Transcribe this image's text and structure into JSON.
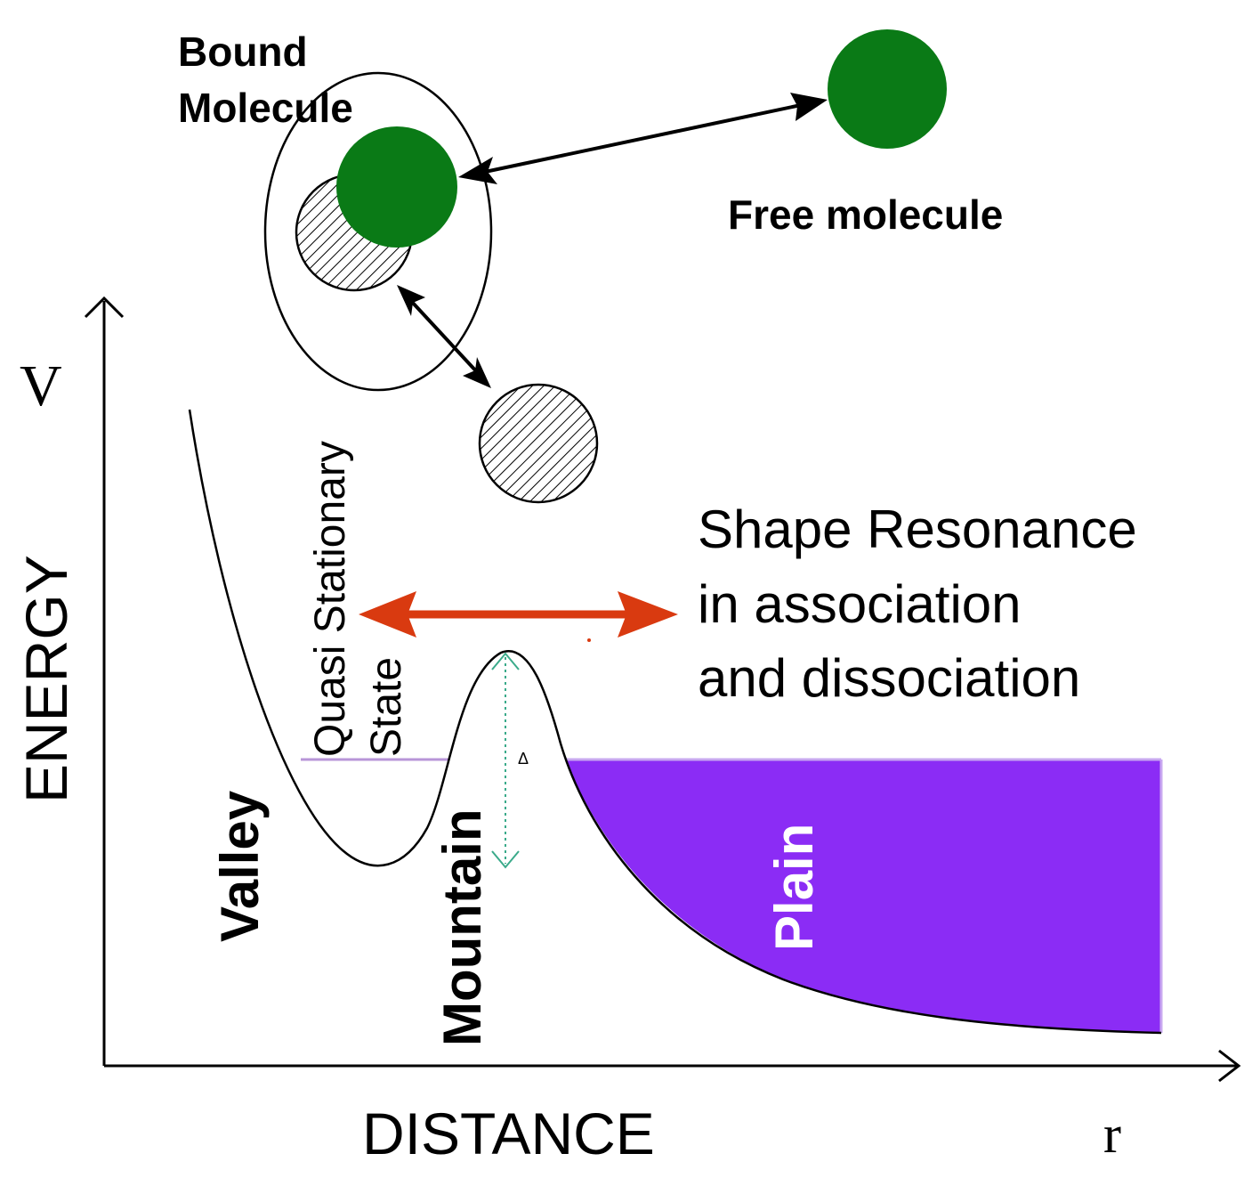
{
  "labels": {
    "bound_molecule_line1": "Bound",
    "bound_molecule_line2": "Molecule",
    "free_molecule": "Free molecule",
    "shape_resonance_line1": "Shape Resonance",
    "shape_resonance_line2": "in association",
    "shape_resonance_line3": "and dissociation",
    "quasi_line1": "Quasi Stationary",
    "quasi_line2": "State",
    "valley": "Valley",
    "mountain": "Mountain",
    "plain": "Plain",
    "delta": "Δ",
    "y_axis_title": "ENERGY",
    "y_axis_symbol": "V",
    "x_axis_title": "DISTANCE",
    "x_axis_symbol": "r"
  },
  "colors": {
    "molecule_green": "#0a7a16",
    "plain_fill": "#8b2cf5",
    "resonance_arrow": "#d93a10",
    "delta_arrow": "#3aaa8a",
    "level_line": "#b896d8",
    "ink": "#000000"
  }
}
